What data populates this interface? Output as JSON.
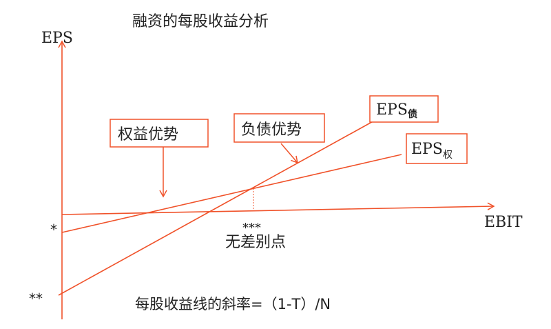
{
  "title": "融资的每股收益分析",
  "y_axis_label": "EPS",
  "x_axis_label": "EBIT",
  "labels": {
    "equity_advantage": "权益优势",
    "debt_advantage": "负债优势",
    "eps_debt_main": "EPS",
    "eps_debt_sub": "债",
    "eps_equity_main": "EPS",
    "eps_equity_sub": "权",
    "equity_intercept": "*",
    "debt_intercept": "**",
    "indifference_mark": "***",
    "indifference_point": "无差别点",
    "slope_formula": "每股收益线的斜率=（1-T）/N"
  },
  "colors": {
    "line": "#f0522a",
    "text": "#222222"
  }
}
